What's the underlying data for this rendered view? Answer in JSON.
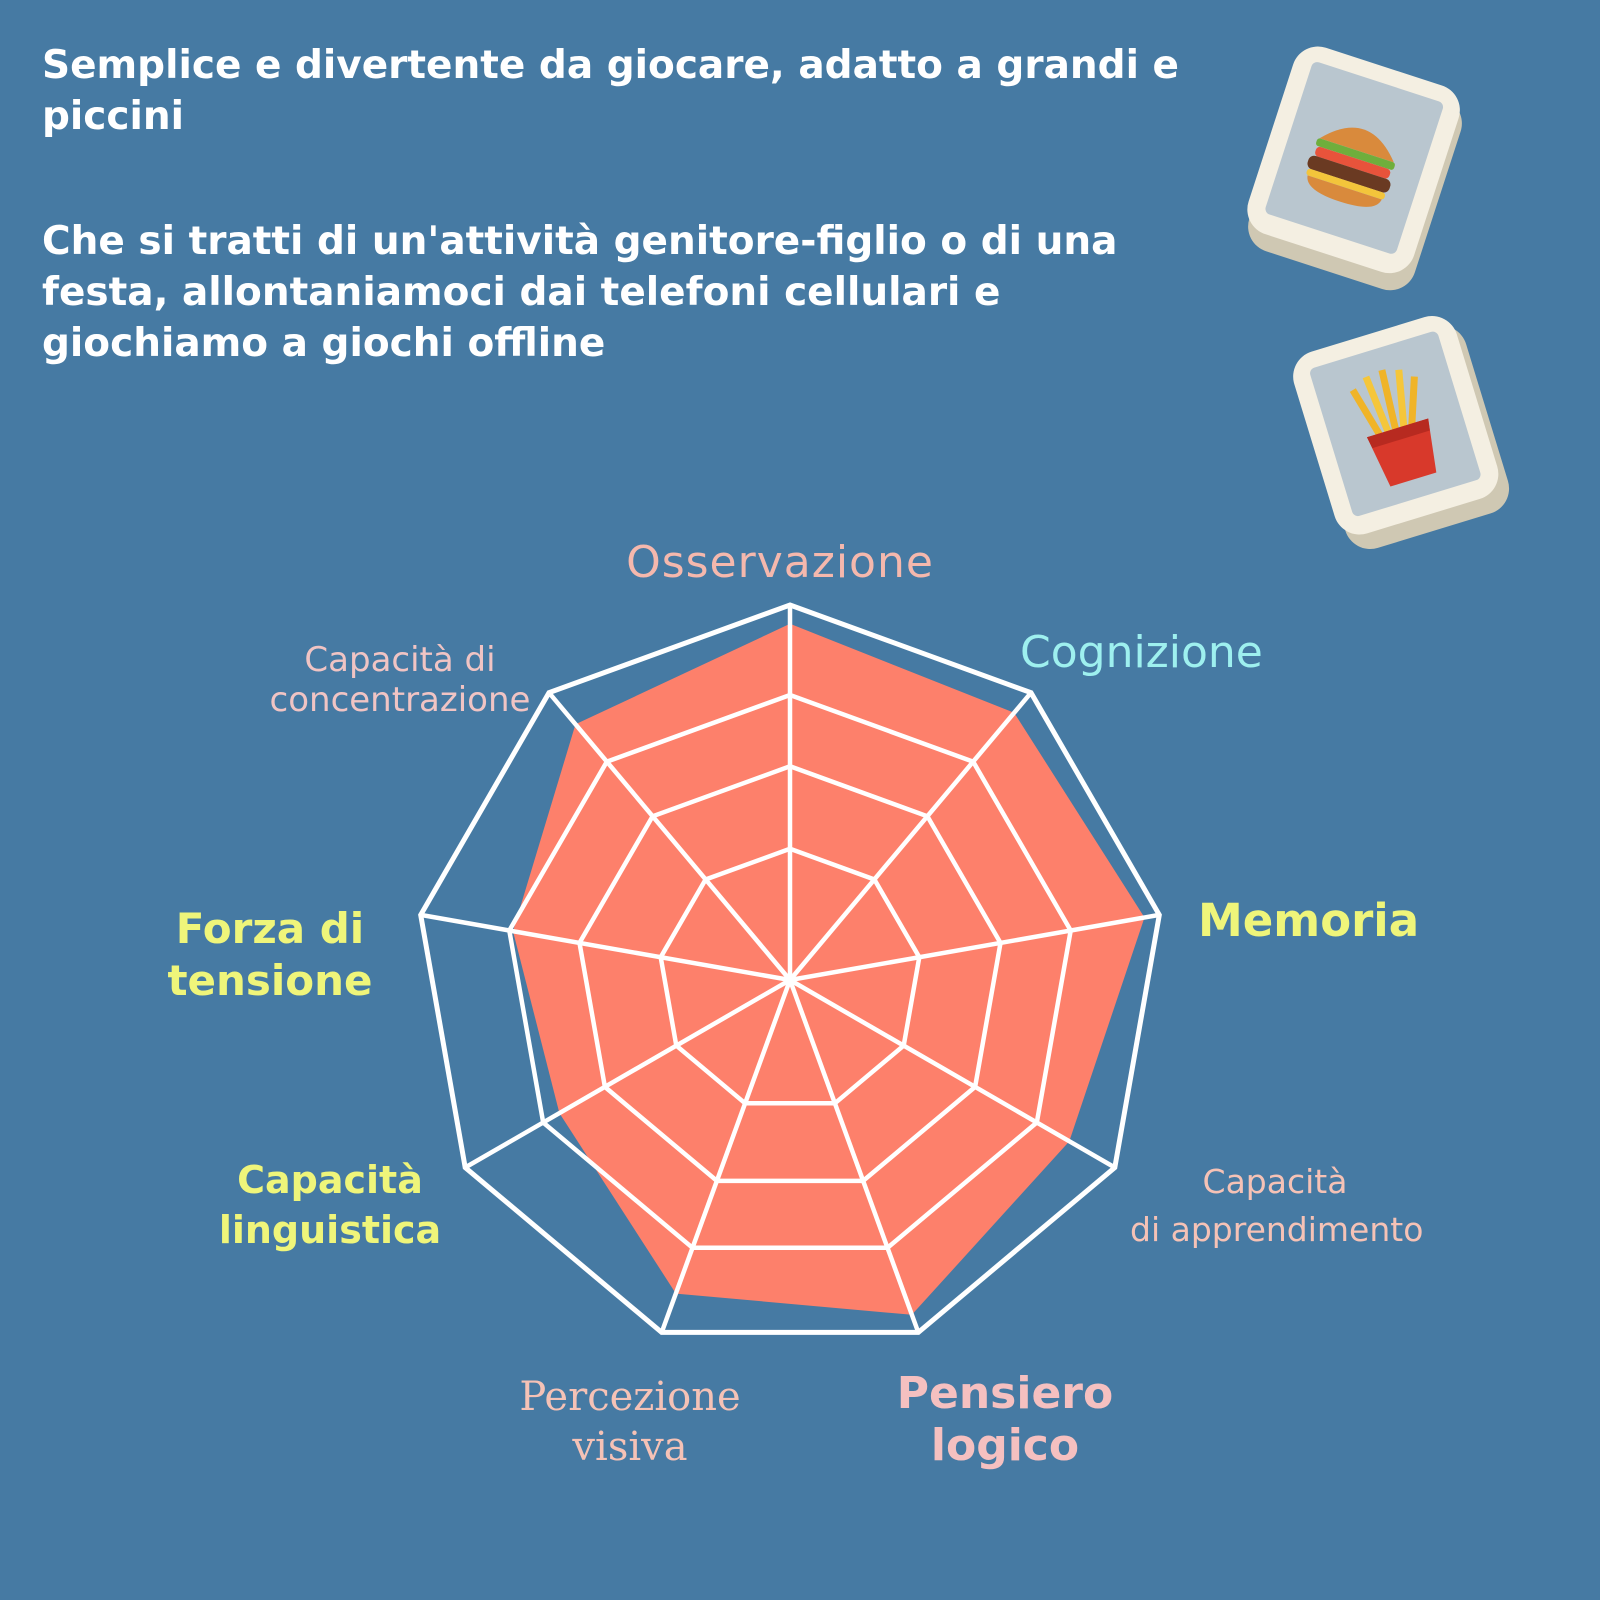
{
  "headline_1": "Semplice e divertente da giocare, adatto a grandi e piccini",
  "headline_2": "Che si tratti di un'attività genitore-figlio o di una festa, allontaniamoci dai telefoni cellulari e giochiamo a giochi offline",
  "colors": {
    "background": "#467aa3",
    "radar_fill": "#fd806b",
    "grid": "#ffffff"
  },
  "chart_data": {
    "type": "radar",
    "axes": [
      "Osservazione",
      "Cognizione",
      "Memoria",
      "Capacità di apprendimento",
      "Pensiero logico",
      "Percezione visiva",
      "Capacità linguistica",
      "Forza di tensione",
      "Capacità di concentrazione"
    ],
    "values": [
      0.95,
      0.93,
      0.96,
      0.86,
      0.95,
      0.89,
      0.71,
      0.75,
      0.89
    ],
    "range": [
      0,
      1
    ],
    "rings": 4,
    "grid": true
  },
  "tiles": [
    {
      "icon": "burger-icon"
    },
    {
      "icon": "fries-icon"
    }
  ]
}
